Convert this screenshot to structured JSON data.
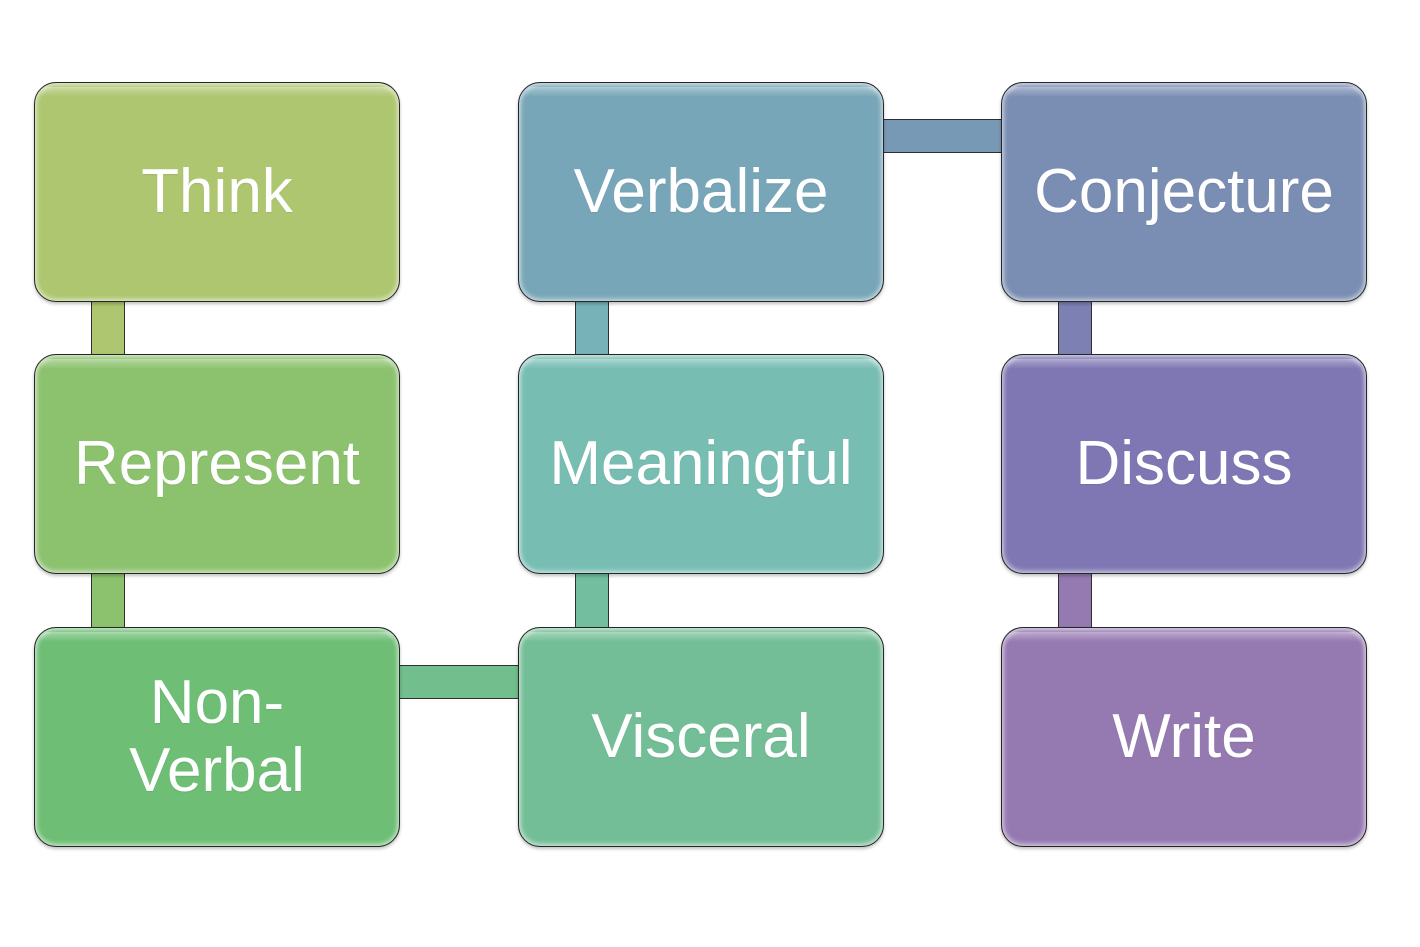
{
  "nodes": {
    "think": {
      "label": "Think",
      "color": "#adc66f"
    },
    "represent": {
      "label": "Represent",
      "color": "#8cc26e"
    },
    "nonverbal": {
      "label": "Non-\nVerbal",
      "color": "#6ebe75"
    },
    "verbalize": {
      "label": "Verbalize",
      "color": "#77a6b8"
    },
    "meaningful": {
      "label": "Meaningful",
      "color": "#77bdb2"
    },
    "visceral": {
      "label": "Visceral",
      "color": "#73be96"
    },
    "conjecture": {
      "label": "Conjecture",
      "color": "#7a8db3"
    },
    "discuss": {
      "label": "Discuss",
      "color": "#7e77b3"
    },
    "write": {
      "label": "Write",
      "color": "#9579b1"
    }
  },
  "connectors": {
    "think_represent": "#adc66f",
    "represent_nonverbal": "#8cc26e",
    "nonverbal_visceral": "#73be8d",
    "visceral_meaningful": "#73be9e",
    "meaningful_verbalize": "#77b2b8",
    "verbalize_conjecture": "#7899b6",
    "conjecture_discuss": "#7c80b3",
    "discuss_write": "#9579b1"
  }
}
